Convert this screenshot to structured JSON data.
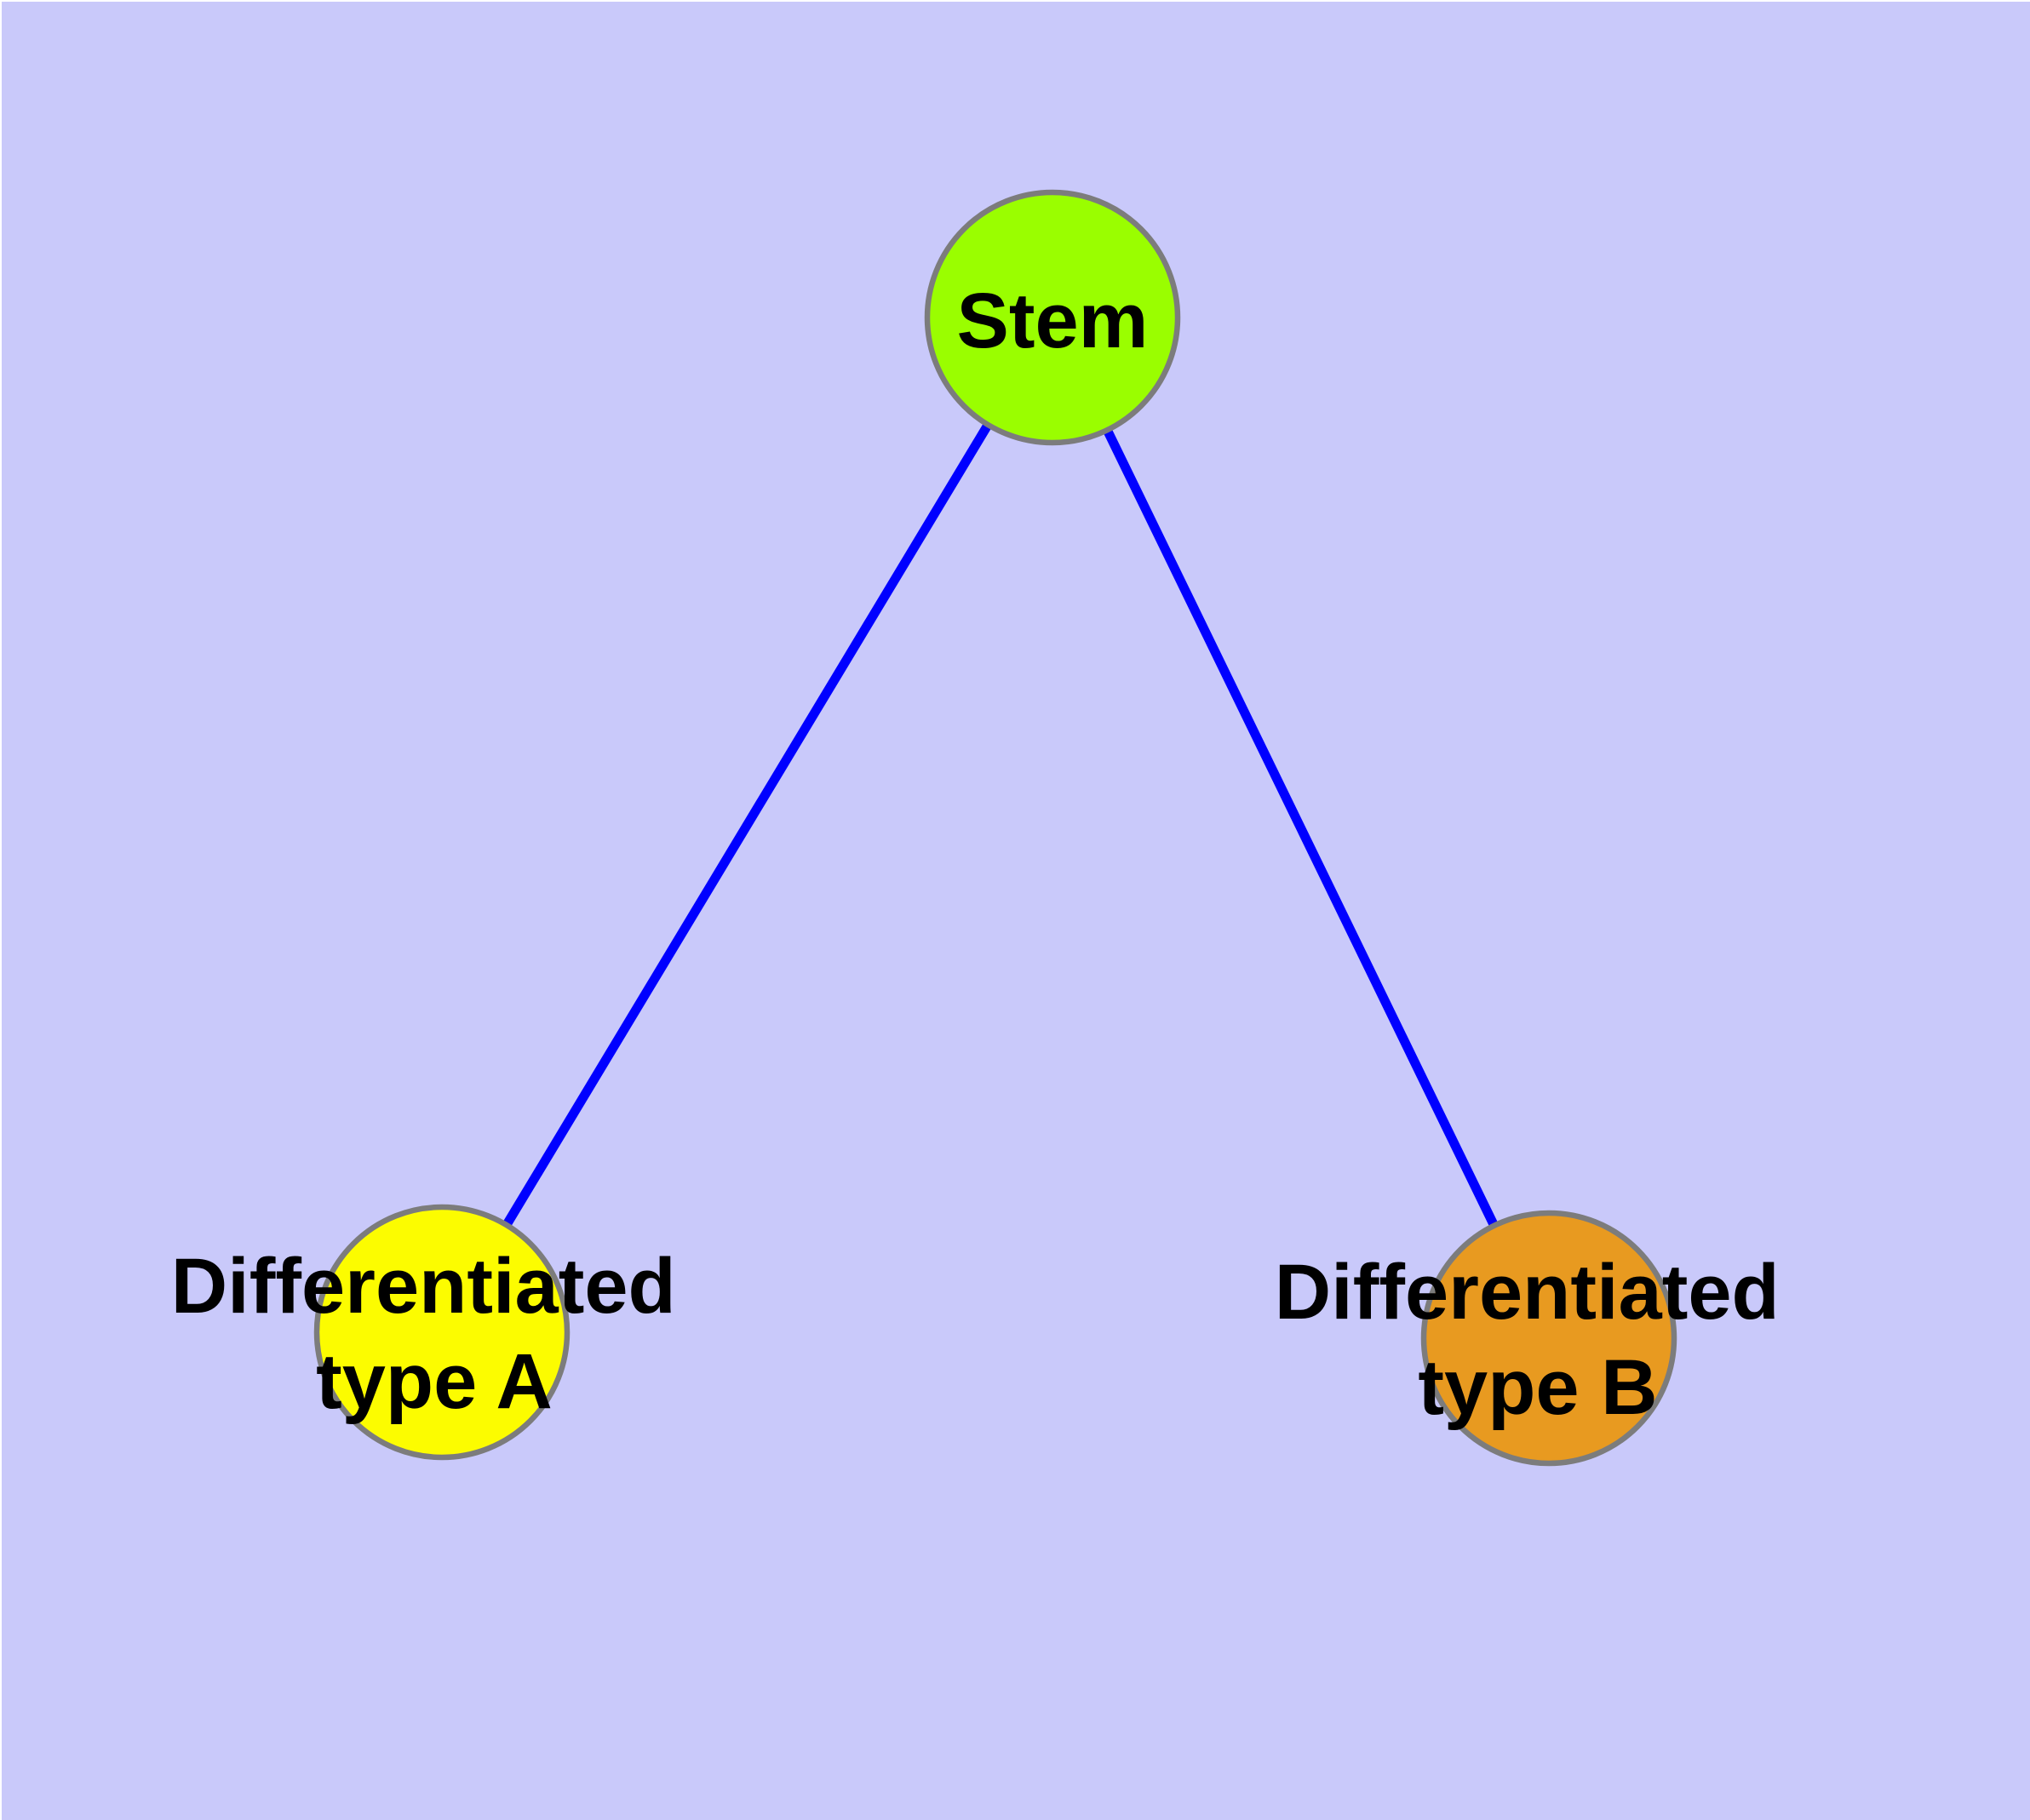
{
  "diagram": {
    "kind": "cell-differentiation-graph",
    "background_color": "#C9C9FA",
    "edge_color": "#0000FF",
    "node_border_color": "#7C7C7C",
    "text_color": "#000000",
    "nodes": [
      {
        "id": "stem",
        "label": "Stem",
        "fill": "#9AFE00"
      },
      {
        "id": "differentiated-type-a",
        "label": "Differentiated type A",
        "label_line1": "Differentiated",
        "label_line2": "type A",
        "fill": "#FCFC00"
      },
      {
        "id": "differentiated-type-b",
        "label": "Differentiated type B",
        "label_line1": "Differentiated",
        "label_line2": "type B",
        "fill": "#E89A20"
      }
    ],
    "edges": [
      {
        "from": "Stem",
        "to": "Differentiated type A"
      },
      {
        "from": "Stem",
        "to": "Differentiated type B"
      }
    ]
  }
}
